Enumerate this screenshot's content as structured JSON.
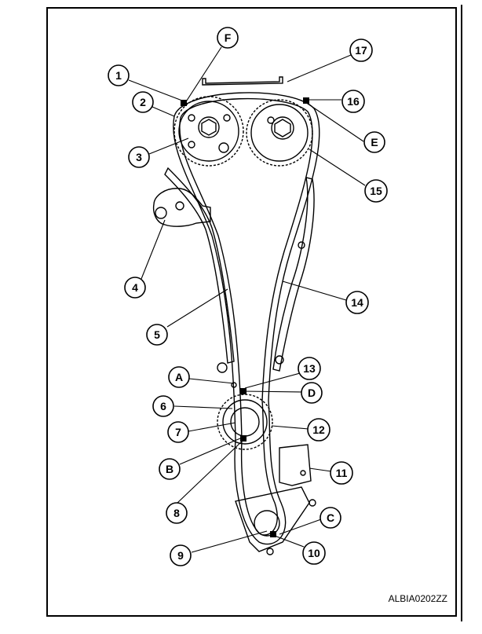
{
  "callouts": [
    {
      "id": "c1",
      "label": "1"
    },
    {
      "id": "c2",
      "label": "2"
    },
    {
      "id": "c3",
      "label": "3"
    },
    {
      "id": "c4",
      "label": "4"
    },
    {
      "id": "c5",
      "label": "5"
    },
    {
      "id": "c6",
      "label": "6"
    },
    {
      "id": "c7",
      "label": "7"
    },
    {
      "id": "c8",
      "label": "8"
    },
    {
      "id": "c9",
      "label": "9"
    },
    {
      "id": "c10",
      "label": "10"
    },
    {
      "id": "c11",
      "label": "11"
    },
    {
      "id": "c12",
      "label": "12"
    },
    {
      "id": "c13",
      "label": "13"
    },
    {
      "id": "c14",
      "label": "14"
    },
    {
      "id": "c15",
      "label": "15"
    },
    {
      "id": "c16",
      "label": "16"
    },
    {
      "id": "c17",
      "label": "17"
    },
    {
      "id": "cA",
      "label": "A"
    },
    {
      "id": "cB",
      "label": "B"
    },
    {
      "id": "cC",
      "label": "C"
    },
    {
      "id": "cD",
      "label": "D"
    },
    {
      "id": "cE",
      "label": "E"
    },
    {
      "id": "cF",
      "label": "F"
    }
  ],
  "reference_code": "ALBIA0202ZZ"
}
